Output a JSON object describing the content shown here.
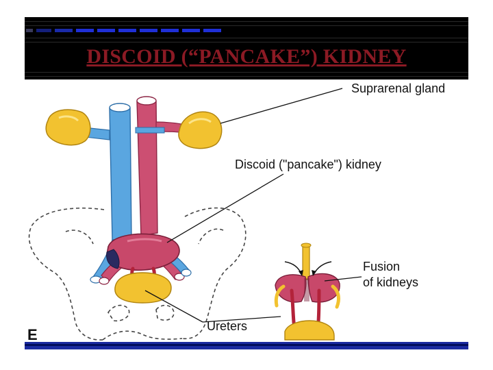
{
  "slide": {
    "title": "DISCOID (“PANCAKE”) KIDNEY",
    "colors": {
      "header_bg": "#000000",
      "title": "#8b1a24",
      "accent_blue": "#1f2fd6",
      "bottom_bar": "#1a2aa0"
    }
  },
  "diagram": {
    "panel_letter": "E",
    "labels": {
      "suprarenal_gland": "Suprarenal gland",
      "discoid_kidney": "Discoid (\"pancake\") kidney",
      "fusion_line1": "Fusion",
      "fusion_line2": "of kidneys",
      "ureters": "Ureters"
    },
    "colors": {
      "gland": "#f2c230",
      "kidney": "#c8486a",
      "artery": "#cc4f72",
      "vein": "#5aa6e0",
      "ureter": "#b3233a"
    }
  }
}
